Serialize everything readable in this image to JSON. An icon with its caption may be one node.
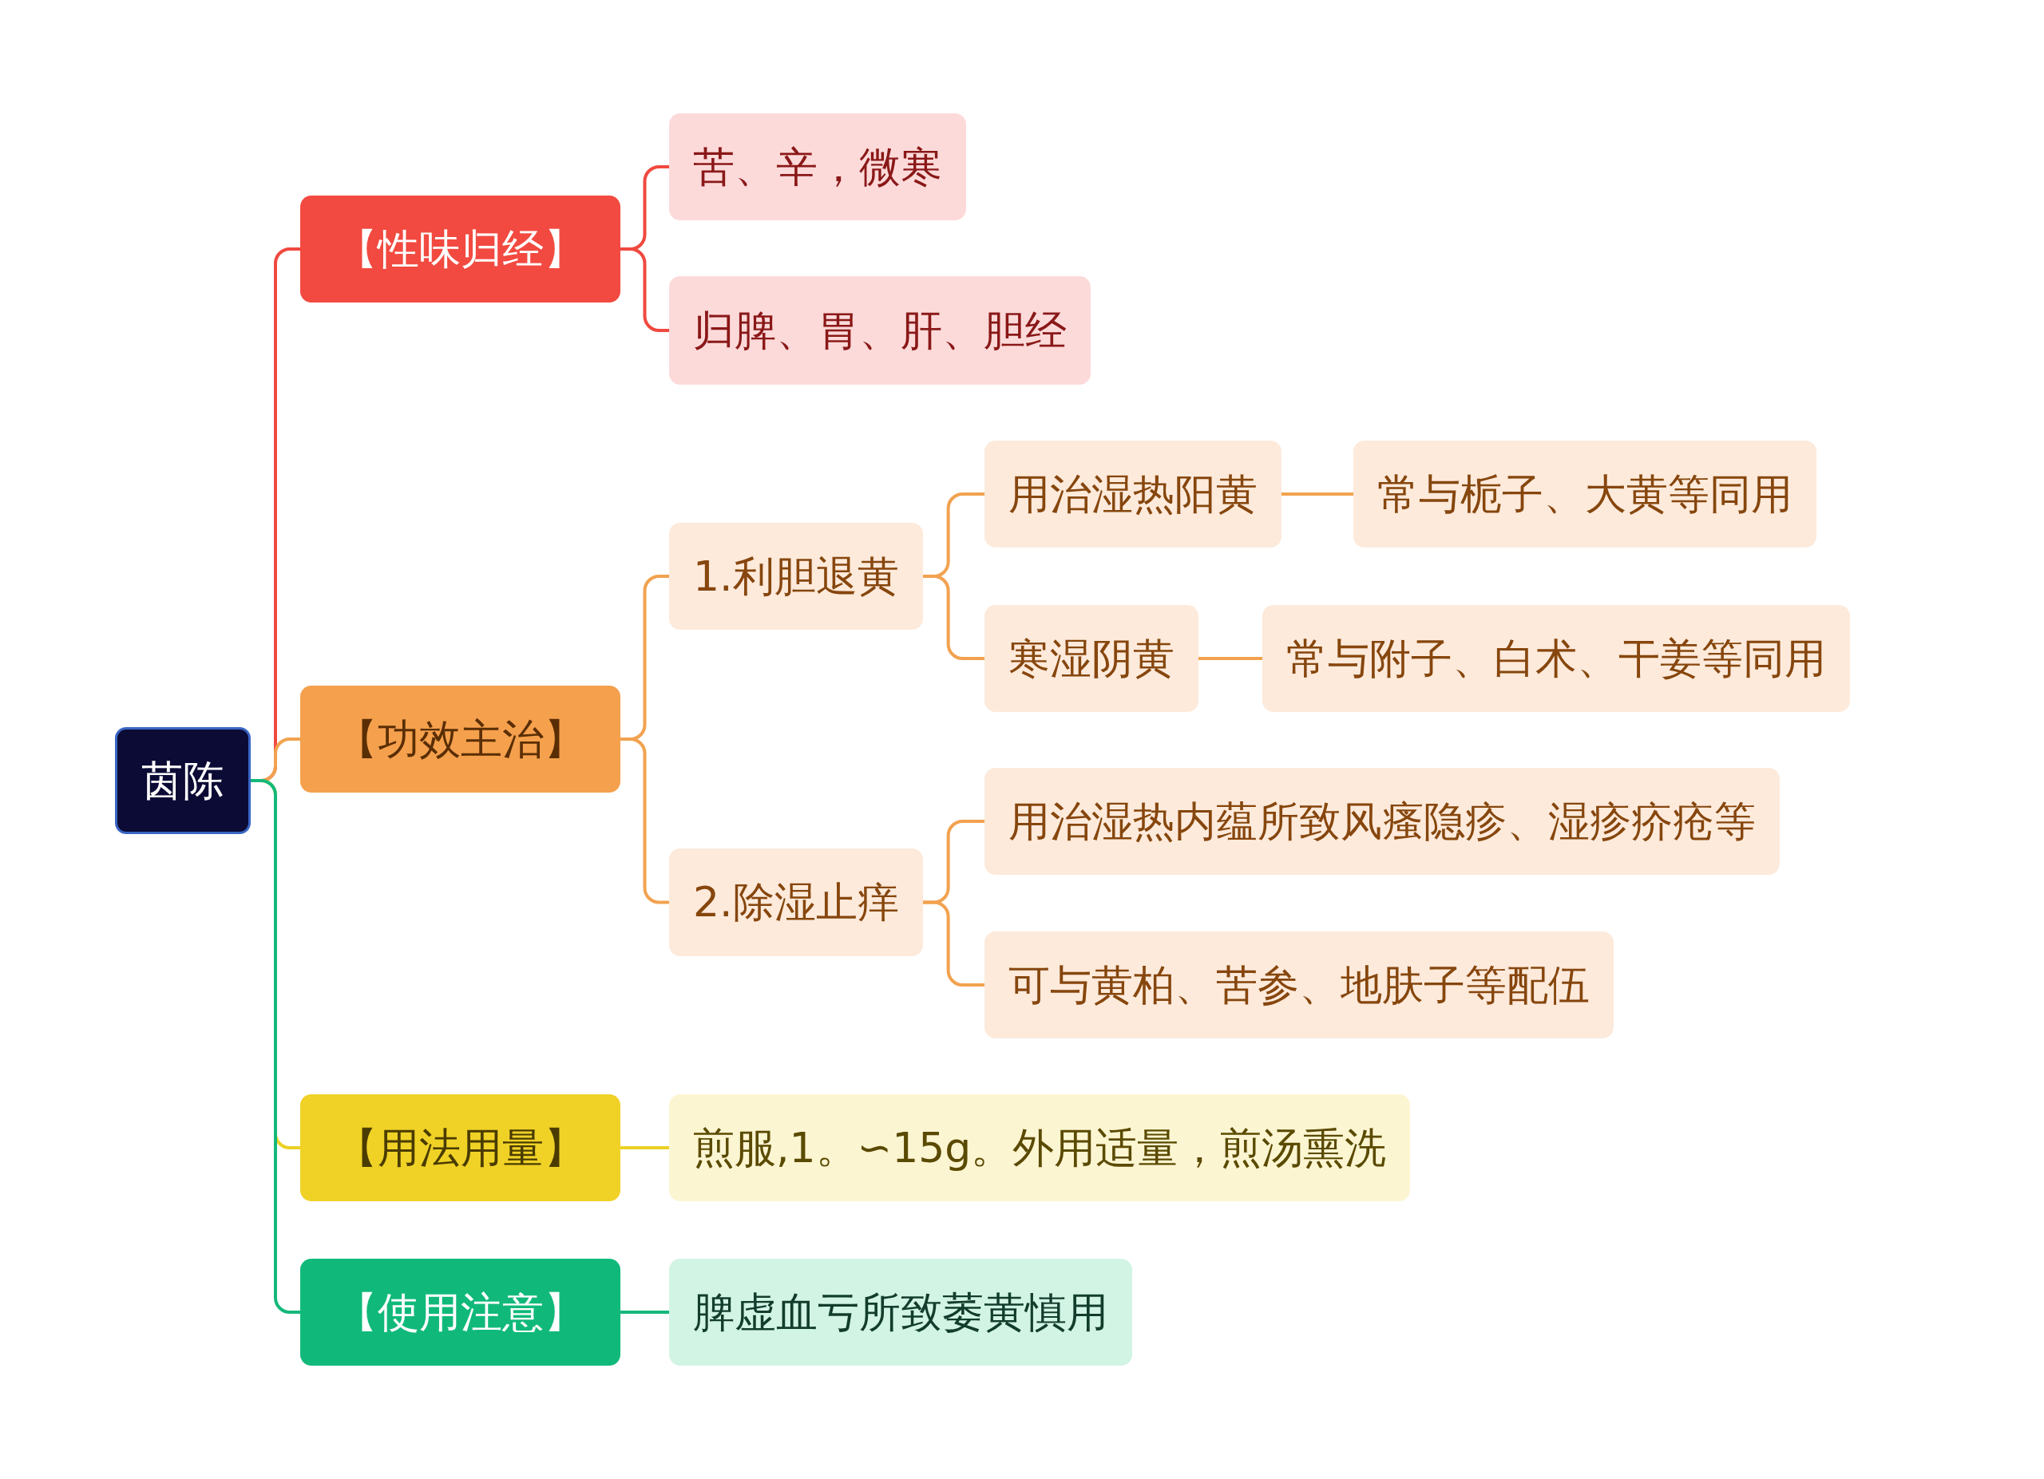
{
  "diagram": {
    "nodes": [
      {
        "text": [
          "茵陈"
        ]
      },
      {
        "text": [
          "【性味归经】"
        ]
      },
      {
        "text": [
          "苦、辛，微寒"
        ]
      },
      {
        "text": [
          "归脾、胃、肝、胆经"
        ]
      },
      {
        "text": [
          "【功效主治】"
        ]
      },
      {
        "text": [
          "1.利胆退黄"
        ]
      },
      {
        "text": [
          "用治湿热阳黄"
        ]
      },
      {
        "text": [
          "常与栀子、大黄等同用"
        ]
      },
      {
        "text": [
          "寒湿阴黄"
        ]
      },
      {
        "text": [
          "常与附子、白术、干姜等同用"
        ]
      },
      {
        "text": [
          "2.除湿止痒"
        ]
      },
      {
        "text": [
          "用治湿热内蕴所致风瘙隐疹、湿疹疥疮等"
        ]
      },
      {
        "text": [
          "可与黄柏、苦参、地肤子等配伍"
        ]
      },
      {
        "text": [
          "【用法用量】"
        ]
      },
      {
        "text": [
          "煎服,1。∽15g。外用适量，煎汤熏洗"
        ]
      },
      {
        "text": [
          "【使用注意】"
        ]
      },
      {
        "text": [
          "脾虚血亏所致萎黄慎用"
        ]
      }
    ],
    "edges": [
      {
        "from": 0,
        "to": 1,
        "arrow": "none",
        "color": "#f0493f"
      },
      {
        "from": 1,
        "to": 2,
        "arrow": "none",
        "color": "#f0493f"
      },
      {
        "from": 1,
        "to": 3,
        "arrow": "none",
        "color": "#f0493f"
      },
      {
        "from": 0,
        "to": 4,
        "arrow": "none"
      },
      {
        "from": 4,
        "to": 5,
        "arrow": "none"
      },
      {
        "from": 5,
        "to": 6,
        "arrow": "none"
      },
      {
        "from": 6,
        "to": 7,
        "arrow": "none"
      },
      {
        "from": 5,
        "to": 8,
        "arrow": "none"
      },
      {
        "from": 8,
        "to": 9,
        "arrow": "none"
      },
      {
        "from": 4,
        "to": 10,
        "arrow": "none"
      },
      {
        "from": 10,
        "to": 11,
        "arrow": "none"
      },
      {
        "from": 10,
        "to": 12,
        "arrow": "none"
      },
      {
        "from": 0,
        "to": 13,
        "arrow": "none",
        "color": "#ecd125"
      },
      {
        "from": 13,
        "to": 14,
        "arrow": "none",
        "color": "#ecd125"
      },
      {
        "from": 0,
        "to": 15,
        "arrow": "none",
        "color": "#14b87a"
      },
      {
        "from": 15,
        "to": 16,
        "arrow": "none",
        "color": "#14b87a"
      }
    ]
  }
}
